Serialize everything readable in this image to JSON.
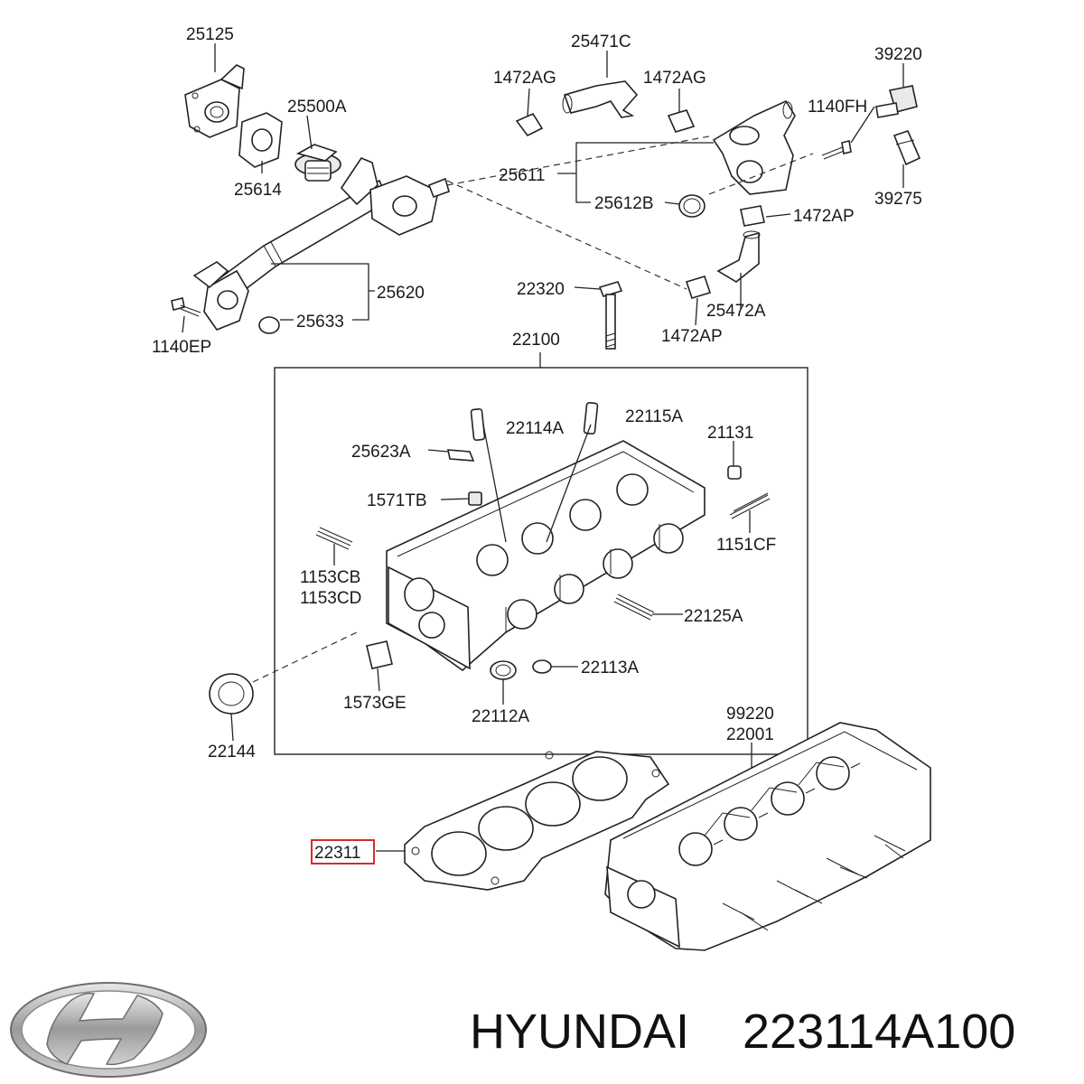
{
  "diagram": {
    "highlight_color": "#d62b2b",
    "labels": {
      "p25125": "25125",
      "p25500A": "25500A",
      "p25614": "25614",
      "p25471C": "25471C",
      "p1472AG_left": "1472AG",
      "p1472AG_right": "1472AG",
      "p39220": "39220",
      "p1140FH": "1140FH",
      "p39275": "39275",
      "p25611": "25611",
      "p25612B": "25612B",
      "p1472AP_top": "1472AP",
      "p25472A": "25472A",
      "p1472AP_bottom": "1472AP",
      "p22320": "22320",
      "p25620": "25620",
      "p25633": "25633",
      "p1140EP": "1140EP",
      "p22100": "22100",
      "p22114A": "22114A",
      "p22115A": "22115A",
      "p21131": "21131",
      "p25623A": "25623A",
      "p1571TB": "1571TB",
      "p1151CF": "1151CF",
      "p1153CB": "1153CB",
      "p1153CD": "1153CD",
      "p22125A": "22125A",
      "p22113A": "22113A",
      "p1573GE": "1573GE",
      "p22112A": "22112A",
      "p22144": "22144",
      "p99220": "99220",
      "p22001": "22001",
      "p22311": "22311"
    }
  },
  "footer": {
    "logo_icon": "hyundai-logo",
    "brand": "HYUNDAI",
    "part_number": "223114A100"
  }
}
